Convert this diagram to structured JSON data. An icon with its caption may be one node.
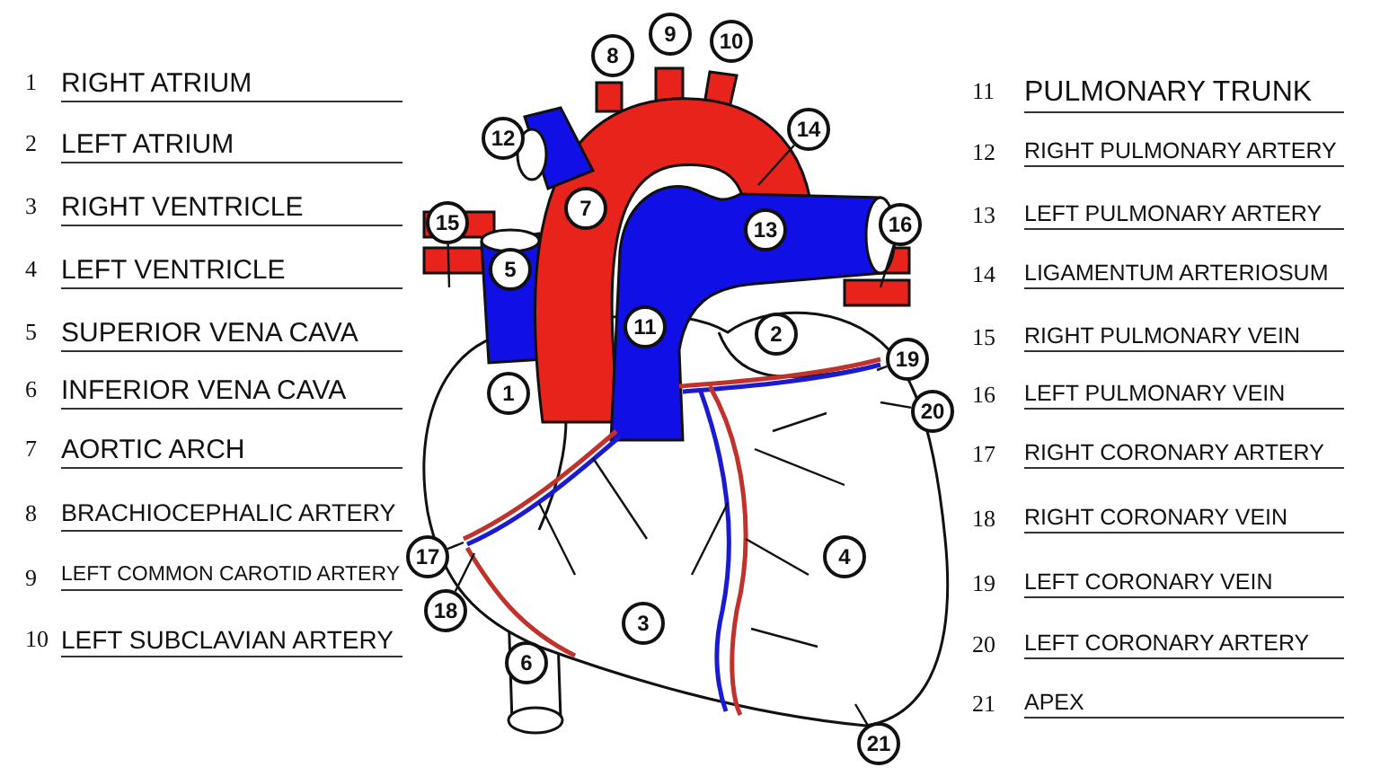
{
  "diagram": {
    "nodes": [
      {
        "text": [
          "1"
        ]
      },
      {
        "text": [
          "2"
        ]
      },
      {
        "text": [
          "3"
        ]
      },
      {
        "text": [
          "4"
        ]
      },
      {
        "text": [
          "5"
        ]
      },
      {
        "text": [
          "6"
        ]
      },
      {
        "text": [
          "7"
        ]
      },
      {
        "text": [
          "8"
        ]
      },
      {
        "text": [
          "9"
        ]
      },
      {
        "text": [
          "10"
        ]
      },
      {
        "text": [
          "11"
        ]
      },
      {
        "text": [
          "12"
        ]
      },
      {
        "text": [
          "13"
        ]
      },
      {
        "text": [
          "14"
        ]
      },
      {
        "text": [
          "15"
        ]
      },
      {
        "text": [
          "16"
        ]
      },
      {
        "text": [
          "17"
        ]
      },
      {
        "text": [
          "18"
        ]
      },
      {
        "text": [
          "19"
        ]
      },
      {
        "text": [
          "20"
        ]
      },
      {
        "text": [
          "21"
        ]
      }
    ],
    "edges": [
      {
        "from": 13,
        "to": null,
        "arrow": "none"
      },
      {
        "from": 14,
        "to": null,
        "arrow": "none"
      },
      {
        "from": 15,
        "to": null,
        "arrow": "none"
      },
      {
        "from": 16,
        "to": null,
        "arrow": "none"
      },
      {
        "from": 17,
        "to": null,
        "arrow": "none"
      },
      {
        "from": 18,
        "to": null,
        "arrow": "none"
      },
      {
        "from": 19,
        "to": null,
        "arrow": "none"
      },
      {
        "from": 20,
        "to": null,
        "arrow": "none"
      }
    ],
    "labels": [
      "1",
      "RIGHT ATRIUM",
      "2",
      "LEFT ATRIUM",
      "3",
      "RIGHT VENTRICLE",
      "4",
      "LEFT VENTRICLE",
      "5",
      "SUPERIOR VENA CAVA",
      "6",
      "INFERIOR VENA CAVA",
      "7",
      "AORTIC ARCH",
      "8",
      "BRACHIOCEPHALIC ARTERY",
      "9",
      "LEFT COMMON CAROTID ARTERY",
      "10",
      "LEFT SUBCLAVIAN ARTERY",
      "11",
      "PULMONARY TRUNK",
      "12",
      "RIGHT PULMONARY ARTERY",
      "13",
      "LEFT PULMONARY ARTERY",
      "14",
      "LIGAMENTUM ARTERIOSUM",
      "15",
      "RIGHT PULMONARY VEIN",
      "16",
      "LEFT PULMONARY VEIN",
      "17",
      "RIGHT CORONARY ARTERY",
      "18",
      "RIGHT CORONARY VEIN",
      "19",
      "LEFT CORONARY VEIN",
      "20",
      "LEFT CORONARY ARTERY",
      "21",
      "APEX"
    ]
  }
}
